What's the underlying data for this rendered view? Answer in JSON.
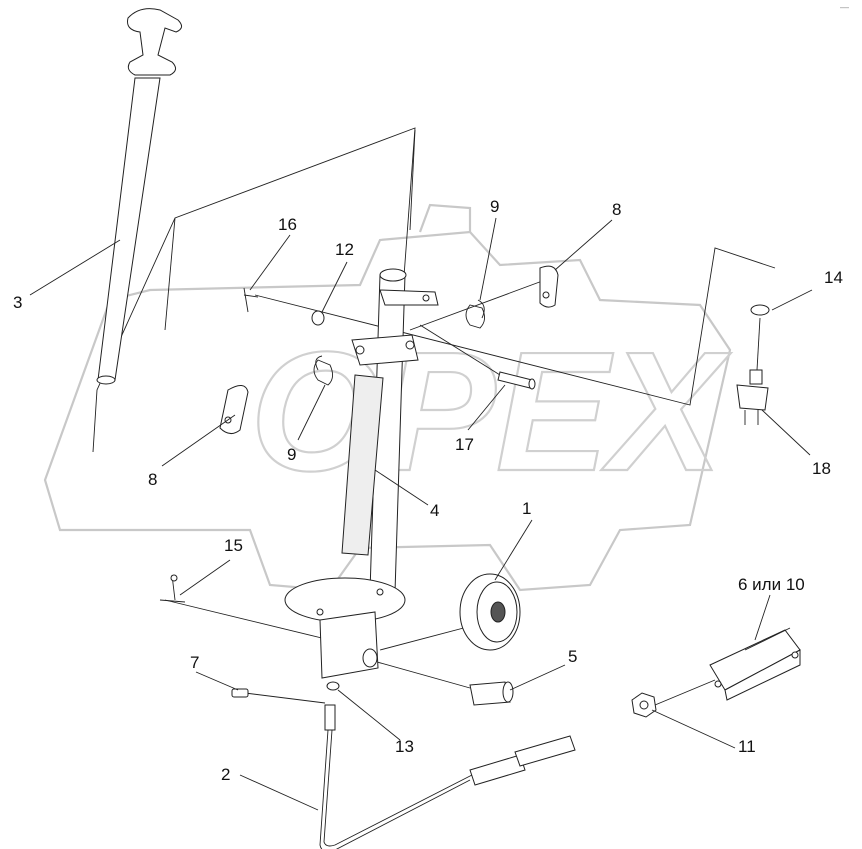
{
  "watermark": {
    "text": "OPEX",
    "color": "#cfcfcf"
  },
  "corner_mark": "—",
  "labels": [
    {
      "id": "l1",
      "text": "1"
    },
    {
      "id": "l2",
      "text": "2"
    },
    {
      "id": "l3",
      "text": "3"
    },
    {
      "id": "l4",
      "text": "4"
    },
    {
      "id": "l5",
      "text": "5"
    },
    {
      "id": "l6",
      "text": "6 или 10"
    },
    {
      "id": "l7",
      "text": "7"
    },
    {
      "id": "l8a",
      "text": "8"
    },
    {
      "id": "l8b",
      "text": "8"
    },
    {
      "id": "l9a",
      "text": "9"
    },
    {
      "id": "l9b",
      "text": "9"
    },
    {
      "id": "l11",
      "text": "11"
    },
    {
      "id": "l12",
      "text": "12"
    },
    {
      "id": "l13",
      "text": "13"
    },
    {
      "id": "l14",
      "text": "14"
    },
    {
      "id": "l15",
      "text": "15"
    },
    {
      "id": "l16",
      "text": "16"
    },
    {
      "id": "l17",
      "text": "17"
    },
    {
      "id": "l18",
      "text": "18"
    }
  ]
}
